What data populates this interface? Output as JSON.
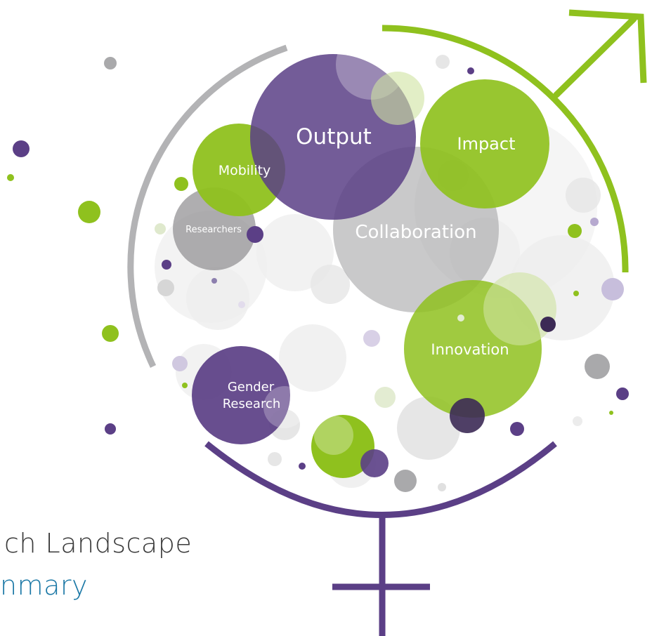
{
  "bubbles": {
    "output": "Output",
    "impact": "Impact",
    "mobility": "Mobility",
    "researchers": "Researchers",
    "collaboration": "Collaboration",
    "innovation": "Innovation",
    "gender_line1": "Gender",
    "gender_line2": "Research"
  },
  "title": {
    "line1": "ch Landscape",
    "line2": "nmary"
  },
  "colors": {
    "purple": "#5b3f86",
    "green": "#8fc11e",
    "gray": "#a9a9ab",
    "teal_text": "#1b78a6",
    "dark_text": "#3a3a3a"
  },
  "icons": {
    "male_symbol": "male-arrow-icon",
    "female_symbol": "female-cross-icon"
  }
}
